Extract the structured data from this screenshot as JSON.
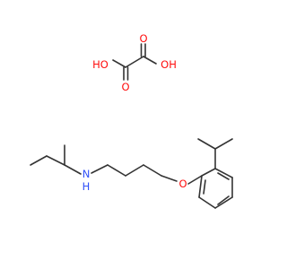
{
  "colors": {
    "bond": "#333333",
    "oxygen": "#ff0d0d",
    "nitrogen": "#3050f8",
    "background": "#ffffff"
  },
  "oxalic_acid": {
    "hydroxyl_left": "HO",
    "hydroxyl_right": "OH",
    "carbonyl_top": "O",
    "carbonyl_bottom": "O"
  },
  "amine": {
    "nitrogen": "N",
    "hydrogen": "H"
  },
  "ether": {
    "oxygen": "O"
  }
}
